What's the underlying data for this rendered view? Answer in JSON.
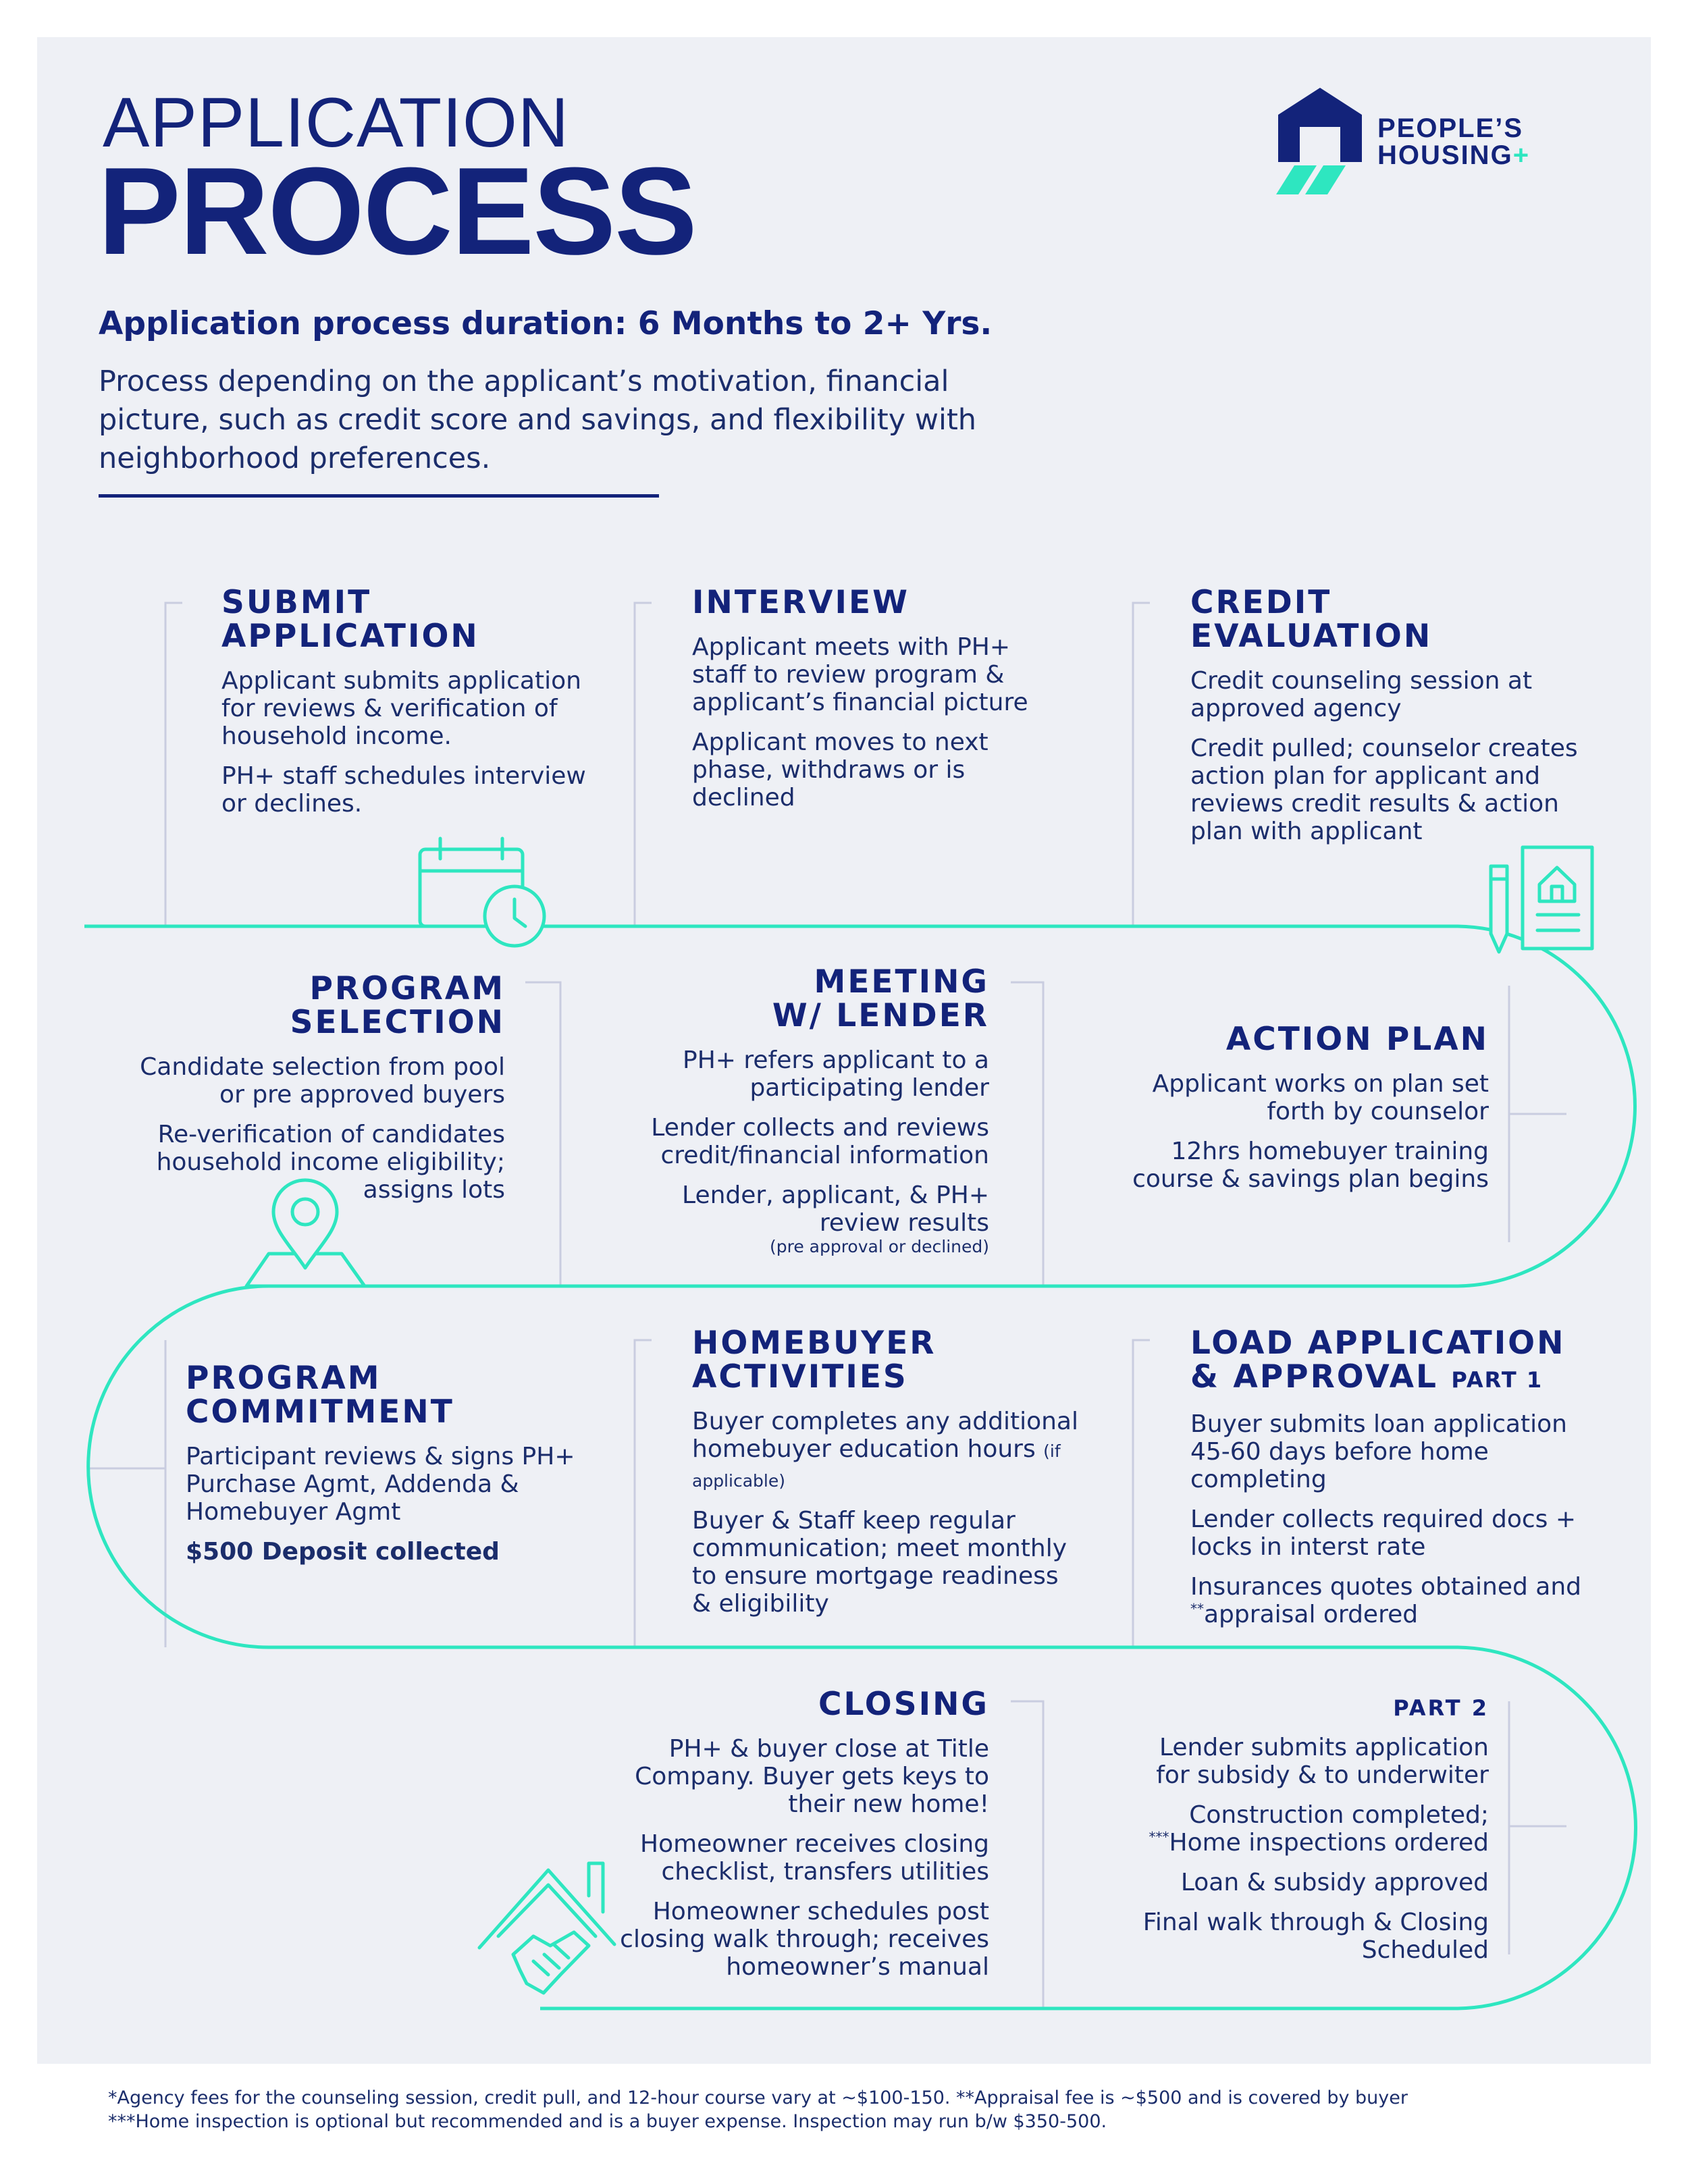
{
  "title": {
    "line1": "APPLICATION",
    "line2": "PROCESS"
  },
  "duration": "Application process duration: 6 Months to 2+ Yrs.",
  "intro": "Process depending on the applicant’s motivation, financial picture, such as credit score and savings, and flexibility with neighborhood preferences.",
  "logo": {
    "line1": "PEOPLE’S",
    "line2": "HOUSING",
    "plus": "+"
  },
  "colors": {
    "navy": "#13237a",
    "teal": "#2ee6c0",
    "background": "#eef0f5",
    "connector": "#c9cde0"
  },
  "steps": {
    "submit": {
      "title_line1": "SUBMIT",
      "title_line2": "APPLICATION",
      "p1": "Applicant submits application for reviews & verification of household income.",
      "p2": "PH+ staff schedules interview or declines."
    },
    "interview": {
      "title": "INTERVIEW",
      "p1": "Applicant meets with PH+ staff to review program & applicant’s financial picture",
      "p2": "Applicant moves to next phase, withdraws or is declined"
    },
    "credit": {
      "title_line1": "CREDIT",
      "title_line2": "EVALUATION",
      "p1": "Credit counseling session at approved agency",
      "p2": "Credit pulled; counselor creates action plan for applicant and reviews credit results & action plan with applicant"
    },
    "program_selection": {
      "title_line1": "PROGRAM",
      "title_line2": "SELECTION",
      "p1": "Candidate selection from pool or pre approved buyers",
      "p2": "Re-verification of candidates household income eligibility; assigns lots"
    },
    "meeting": {
      "title_line1": "MEETING",
      "title_line2": "W/ LENDER",
      "p1": "PH+ refers applicant to a participating lender",
      "p2": "Lender collects and reviews credit/financial information",
      "p3": "Lender, applicant, & PH+ review results",
      "p3_small": "(pre approval or declined)"
    },
    "action_plan": {
      "title": "ACTION PLAN",
      "p1": "Applicant works on plan set forth by counselor",
      "p2": "12hrs homebuyer training course & savings plan begins"
    },
    "commitment": {
      "title_line1": "PROGRAM",
      "title_line2": "COMMITMENT",
      "p1": "Participant reviews & signs PH+ Purchase Agmt, Addenda & Homebuyer Agmt",
      "p2": "$500 Deposit collected"
    },
    "homebuyer": {
      "title_line1": "HOMEBUYER",
      "title_line2": "ACTIVITIES",
      "p1": "Buyer completes any additional homebuyer education hours",
      "p1_small": "(if applicable)",
      "p2": "Buyer & Staff keep regular communication; meet monthly to ensure mortgage readiness & eligibility"
    },
    "loan": {
      "title_line1": "LOAD APPLICATION",
      "title_line2": "& APPROVAL",
      "title_part": "PART 1",
      "p1": "Buyer submits loan application 45-60 days before home completing",
      "p2": "Lender collects required docs + locks in interst rate",
      "p3": "Insurances quotes obtained and",
      "p4_mark": "**",
      "p4": "appraisal ordered"
    },
    "closing": {
      "title": "CLOSING",
      "p1": "PH+ & buyer close at Title Company. Buyer gets keys to their new home!",
      "p2": "Homeowner receives closing checklist, transfers utilities",
      "p3": "Homeowner schedules post closing walk through; receives homeowner’s manual"
    },
    "part2": {
      "title": "PART 2",
      "p1": "Lender submits application for subsidy & to underwiter",
      "p2_line1": "Construction completed;",
      "p2_mark": "***",
      "p2_line2": "Home inspections ordered",
      "p3": "Loan  & subsidy approved",
      "p4": "Final walk through & Closing Scheduled"
    }
  },
  "footer": {
    "line1": "*Agency fees for the counseling session, credit pull, and 12-hour course vary at ~$100-150. **Appraisal fee is ~$500 and is covered by buyer",
    "line2": "***Home inspection is optional but recommended and is a buyer expense. Inspection may run b/w $350-500."
  },
  "icons": [
    "calendar-clock-icon",
    "document-house-pen-icon",
    "location-pin-icon",
    "handshake-house-icon",
    "house-logo-icon"
  ]
}
